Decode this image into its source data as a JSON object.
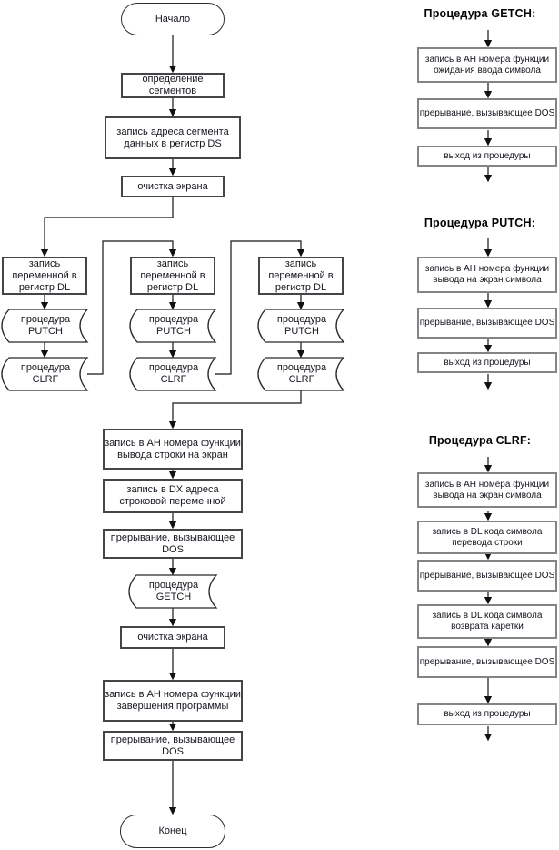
{
  "colors": {
    "main_box_border": "#454548",
    "proc_box_border": "#848487",
    "connector_line": "#141414",
    "text": "#16161f"
  },
  "main_flow": {
    "start_label": "Начало",
    "step_define_segments": "определение сегментов",
    "step_write_ds": "запись адреса сегмента данных в регистр DS",
    "step_clear_screen_1": "очистка экрана",
    "branches": [
      {
        "write_var": "запись переменной в регистр DL",
        "call_putch": "процедура PUTCH",
        "call_clrf": "процедура CLRF"
      },
      {
        "write_var": "запись переменной в регистр DL",
        "call_putch": "процедура PUTCH",
        "call_clrf": "процедура CLRF"
      },
      {
        "write_var": "запись переменной в регистр DL",
        "call_putch": "процедура PUTCH",
        "call_clrf": "процедура CLRF"
      }
    ],
    "step_ah_string": "запись в AH номера функции вывода строки на экран",
    "step_dx_addr": "запись в DX адреса строковой переменной",
    "step_int_1": "прерывание, вызывающее DOS",
    "call_getch": "процедура GETCH",
    "step_clear_screen_2": "очистка экрана",
    "step_ah_exit": "запись в AH номера функции завершения программы",
    "step_int_2": "прерывание, вызывающее DOS",
    "end_label": "Конец"
  },
  "procedures": [
    {
      "title": "Процедура GETCH:",
      "steps": [
        "запись в AH номера функции ожидания ввода символа",
        "прерывание, вызывающее DOS",
        "выход из процедуры"
      ]
    },
    {
      "title": "Процедура PUTCH:",
      "steps": [
        "запись в AH номера функции вывода на экран символа",
        "прерывание, вызывающее DOS",
        "выход из процедуры"
      ]
    },
    {
      "title": "Процедура CLRF:",
      "steps": [
        "запись в AH номера функции вывода на экран символа",
        "запись в DL кода символа перевода строки",
        "прерывание, вызывающее DOS",
        "запись в DL кода символа возврата каретки",
        "прерывание, вызывающее DOS",
        "выход из процедуры"
      ]
    }
  ]
}
